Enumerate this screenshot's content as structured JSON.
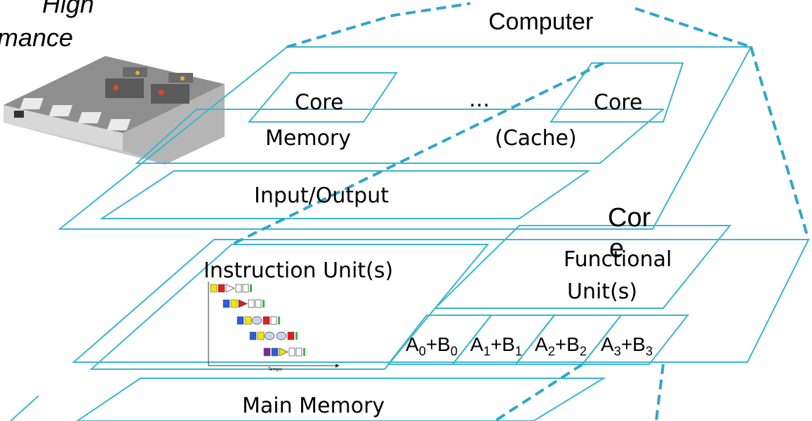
{
  "title_fragment": {
    "line1": "High",
    "line2": "mance"
  },
  "computer": {
    "label": "Computer",
    "core_left": "Core",
    "ellipsis": "…",
    "core_right": "Core",
    "memory": "Memory",
    "cache": "(Cache)",
    "io": "Input/Output"
  },
  "core_section": {
    "label_top": "Cor",
    "label_bottom": "e",
    "instruction_unit": "Instruction Unit(s)",
    "functional_line1": "Functional",
    "functional_line2": "Unit(s)",
    "pipeline_axis_label": "Tempo",
    "alu_cells": [
      {
        "a": "A",
        "ai": "0",
        "b": "+B",
        "bi": "0"
      },
      {
        "a": "A",
        "ai": "1",
        "b": "+B",
        "bi": "1"
      },
      {
        "a": "A",
        "ai": "2",
        "b": "+B",
        "bi": "2"
      },
      {
        "a": "A",
        "ai": "3",
        "b": "+B",
        "bi": "3"
      }
    ]
  },
  "main_memory": "Main Memory",
  "colors": {
    "outline": "#3bb6cf",
    "dashed": "#2fa6c8"
  },
  "icons": {
    "server": "rack-server-image"
  }
}
